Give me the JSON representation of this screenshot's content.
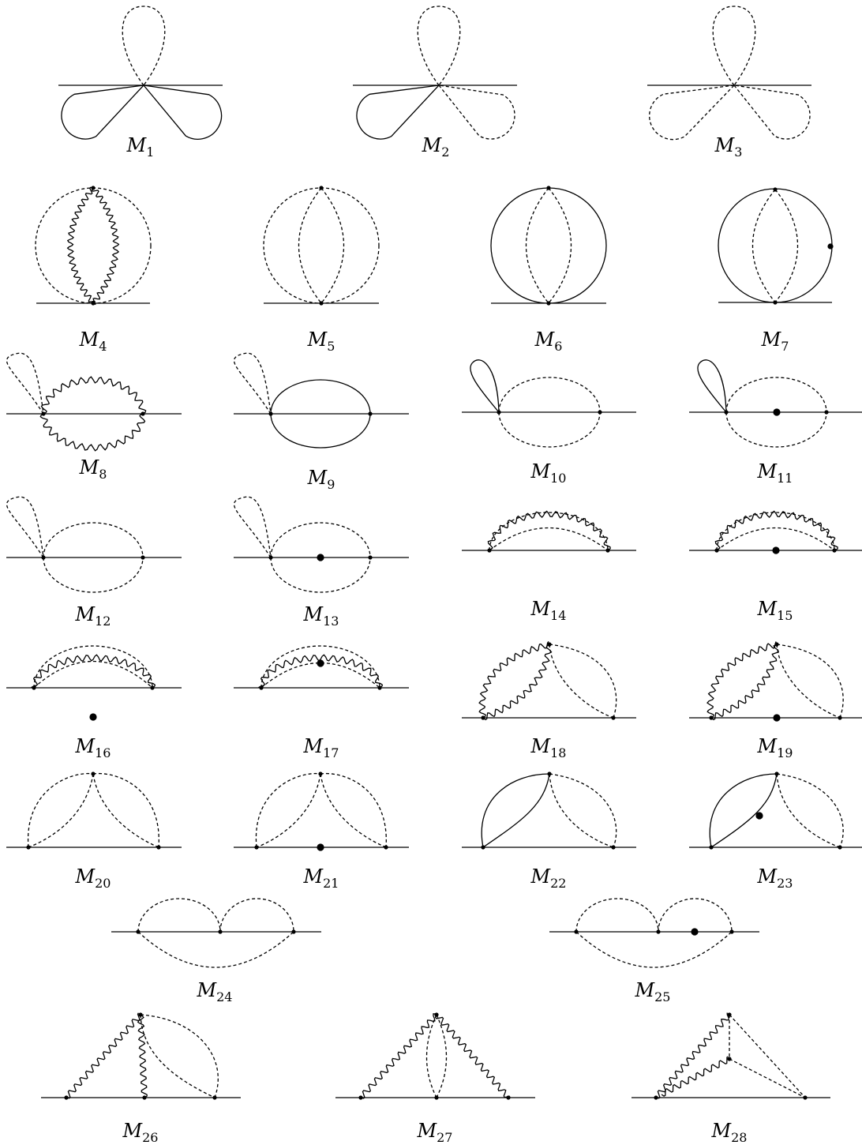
{
  "diagrams": [
    {
      "id": 1,
      "label": "M",
      "sub": "1"
    },
    {
      "id": 2,
      "label": "M",
      "sub": "2"
    },
    {
      "id": 3,
      "label": "M",
      "sub": "3"
    },
    {
      "id": 4,
      "label": "M",
      "sub": "4"
    },
    {
      "id": 5,
      "label": "M",
      "sub": "5"
    },
    {
      "id": 6,
      "label": "M",
      "sub": "6"
    },
    {
      "id": 7,
      "label": "M",
      "sub": "7"
    },
    {
      "id": 8,
      "label": "M",
      "sub": "8"
    },
    {
      "id": 9,
      "label": "M",
      "sub": "9"
    },
    {
      "id": 10,
      "label": "M",
      "sub": "10"
    },
    {
      "id": 11,
      "label": "M",
      "sub": "11"
    },
    {
      "id": 12,
      "label": "M",
      "sub": "12"
    },
    {
      "id": 13,
      "label": "M",
      "sub": "13"
    },
    {
      "id": 14,
      "label": "M",
      "sub": "14"
    },
    {
      "id": 15,
      "label": "M",
      "sub": "15"
    },
    {
      "id": 16,
      "label": "M",
      "sub": "16"
    },
    {
      "id": 17,
      "label": "M",
      "sub": "17"
    },
    {
      "id": 18,
      "label": "M",
      "sub": "18"
    },
    {
      "id": 19,
      "label": "M",
      "sub": "19"
    },
    {
      "id": 20,
      "label": "M",
      "sub": "20"
    },
    {
      "id": 21,
      "label": "M",
      "sub": "21"
    },
    {
      "id": 22,
      "label": "M",
      "sub": "22"
    },
    {
      "id": 23,
      "label": "M",
      "sub": "23"
    },
    {
      "id": 24,
      "label": "M",
      "sub": "24"
    },
    {
      "id": 25,
      "label": "M",
      "sub": "25"
    },
    {
      "id": 26,
      "label": "M",
      "sub": "26"
    },
    {
      "id": 27,
      "label": "M",
      "sub": "27"
    },
    {
      "id": 28,
      "label": "M",
      "sub": "28"
    }
  ]
}
